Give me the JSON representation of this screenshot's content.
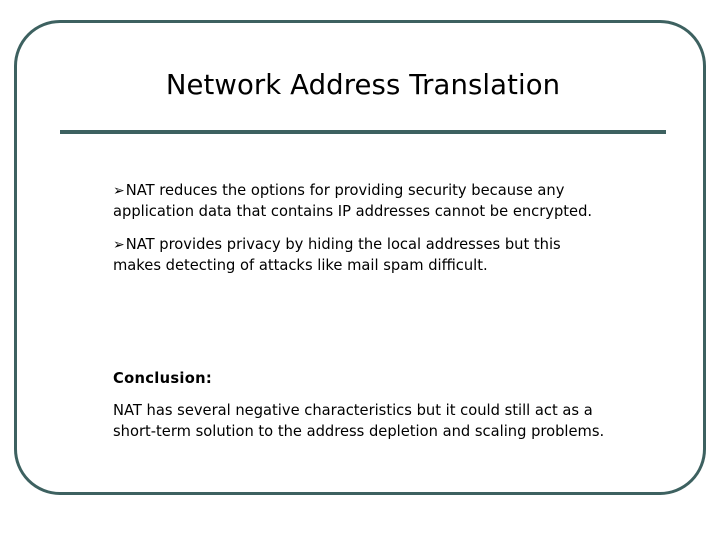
{
  "slide": {
    "title": "Network Address Translation",
    "accent_color": "#3d6160",
    "text_color": "#000000",
    "background_color": "#ffffff",
    "bullet_marker": "➢",
    "bullets": [
      {
        "marker": "➢",
        "text": "NAT reduces the options for providing security because any application data that contains IP addresses cannot be encrypted."
      },
      {
        "marker": "➢",
        "text": "NAT provides privacy by hiding the local addresses but this makes detecting of attacks like mail spam difficult."
      }
    ],
    "conclusion": {
      "heading": "Conclusion:",
      "body": "NAT has several negative characteristics but it could still act as a short-term solution to the address depletion and scaling problems."
    }
  }
}
